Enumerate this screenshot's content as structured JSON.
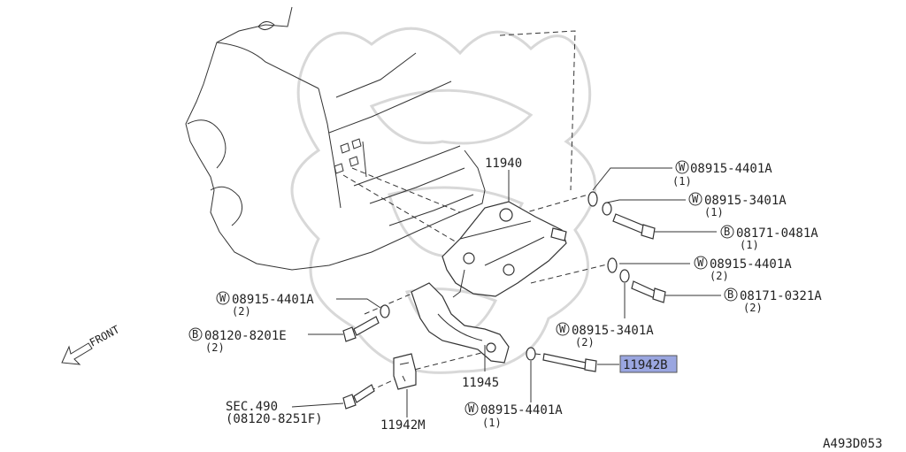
{
  "diagram": {
    "id_code": "A493D053",
    "front_label": "FRONT",
    "callouts": [
      {
        "key": "p11940",
        "text": "11940"
      },
      {
        "key": "w1",
        "prefix": "W",
        "text": "08915-4401A",
        "qty": "(1)"
      },
      {
        "key": "w2",
        "prefix": "W",
        "text": "08915-3401A",
        "qty": "(1)"
      },
      {
        "key": "b1",
        "prefix": "B",
        "text": "08171-0481A",
        "qty": "(1)"
      },
      {
        "key": "w3",
        "prefix": "W",
        "text": "08915-4401A",
        "qty": "(2)"
      },
      {
        "key": "b2",
        "prefix": "B",
        "text": "08171-0321A",
        "qty": "(2)"
      },
      {
        "key": "w4",
        "prefix": "W",
        "text": "08915-4401A",
        "qty": "(2)"
      },
      {
        "key": "b3",
        "prefix": "B",
        "text": "08120-8201E",
        "qty": "(2)"
      },
      {
        "key": "w5",
        "prefix": "W",
        "text": "08915-3401A",
        "qty": "(2)"
      },
      {
        "key": "p11942b",
        "text": "11942B"
      },
      {
        "key": "p11945",
        "text": "11945"
      },
      {
        "key": "w6",
        "prefix": "W",
        "text": "08915-4401A",
        "qty": "(1)"
      },
      {
        "key": "sec",
        "text": "SEC.490",
        "sub": "(08120-8251F)"
      },
      {
        "key": "p11942m",
        "text": "11942M"
      }
    ],
    "highlight_color": "#9aa6e0"
  }
}
